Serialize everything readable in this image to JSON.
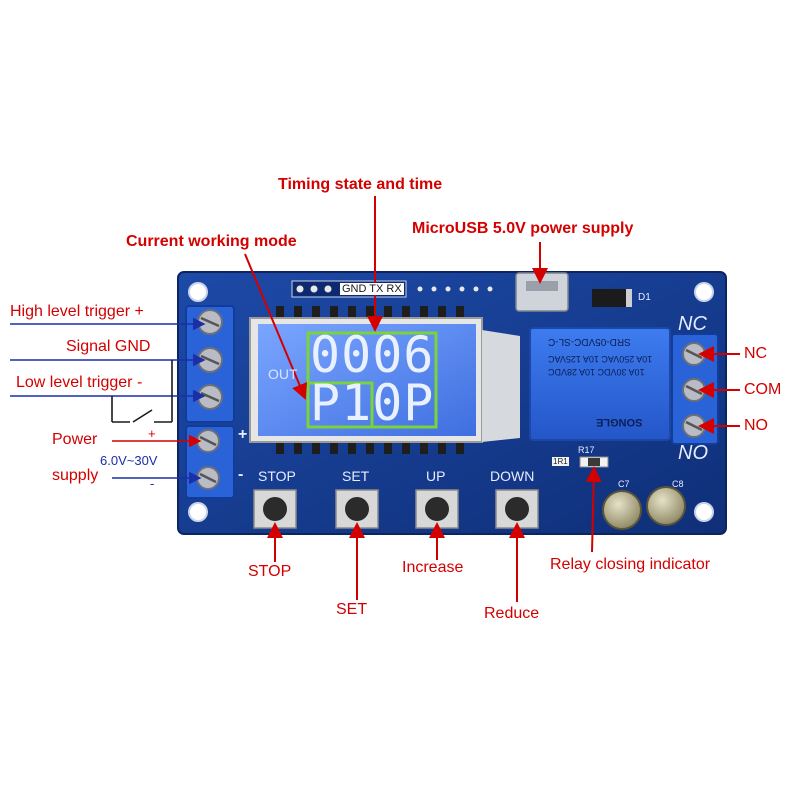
{
  "labels": {
    "timing": "Timing state and time",
    "mode": "Current working mode",
    "usb": "MicroUSB 5.0V power supply",
    "high_trigger": "High level trigger +",
    "signal_gnd": "Signal GND",
    "low_trigger": "Low level trigger -",
    "power": "Power",
    "voltage": "6.0V~30V",
    "supply": "supply",
    "plus": "+",
    "minus": "-",
    "nc": "NC",
    "com": "COM",
    "no": "NO",
    "stop": "STOP",
    "set": "SET",
    "increase": "Increase",
    "reduce": "Reduce",
    "relay_indicator": "Relay closing indicator"
  },
  "board": {
    "header_text": "GND TX RX",
    "out_label": "OUT",
    "lcd_top": "0006",
    "lcd_bottom": "P10P",
    "btn_stop": "STOP",
    "btn_set": "SET",
    "btn_up": "UP",
    "btn_down": "DOWN",
    "d1": "D1",
    "r17": "R17",
    "c7": "C7",
    "c8": "C8",
    "relay_nc": "NC",
    "relay_no": "NO",
    "plus_mark": "+",
    "minus_mark": "-",
    "relay_model": "SRD-05VDC-SL-C",
    "relay_rating1": "10A 250VAC  10A 125VAC",
    "relay_rating2": "10A 30VDC  10A 28VDC",
    "relay_brand": "SONGLE",
    "r17_code": "1R1"
  },
  "colors": {
    "annotation": "#d40000",
    "wire_blue": "#1a2fa8",
    "pcb": "#173a8c",
    "relay": "#2f6fe0",
    "lcd": "#5d8ef2"
  }
}
